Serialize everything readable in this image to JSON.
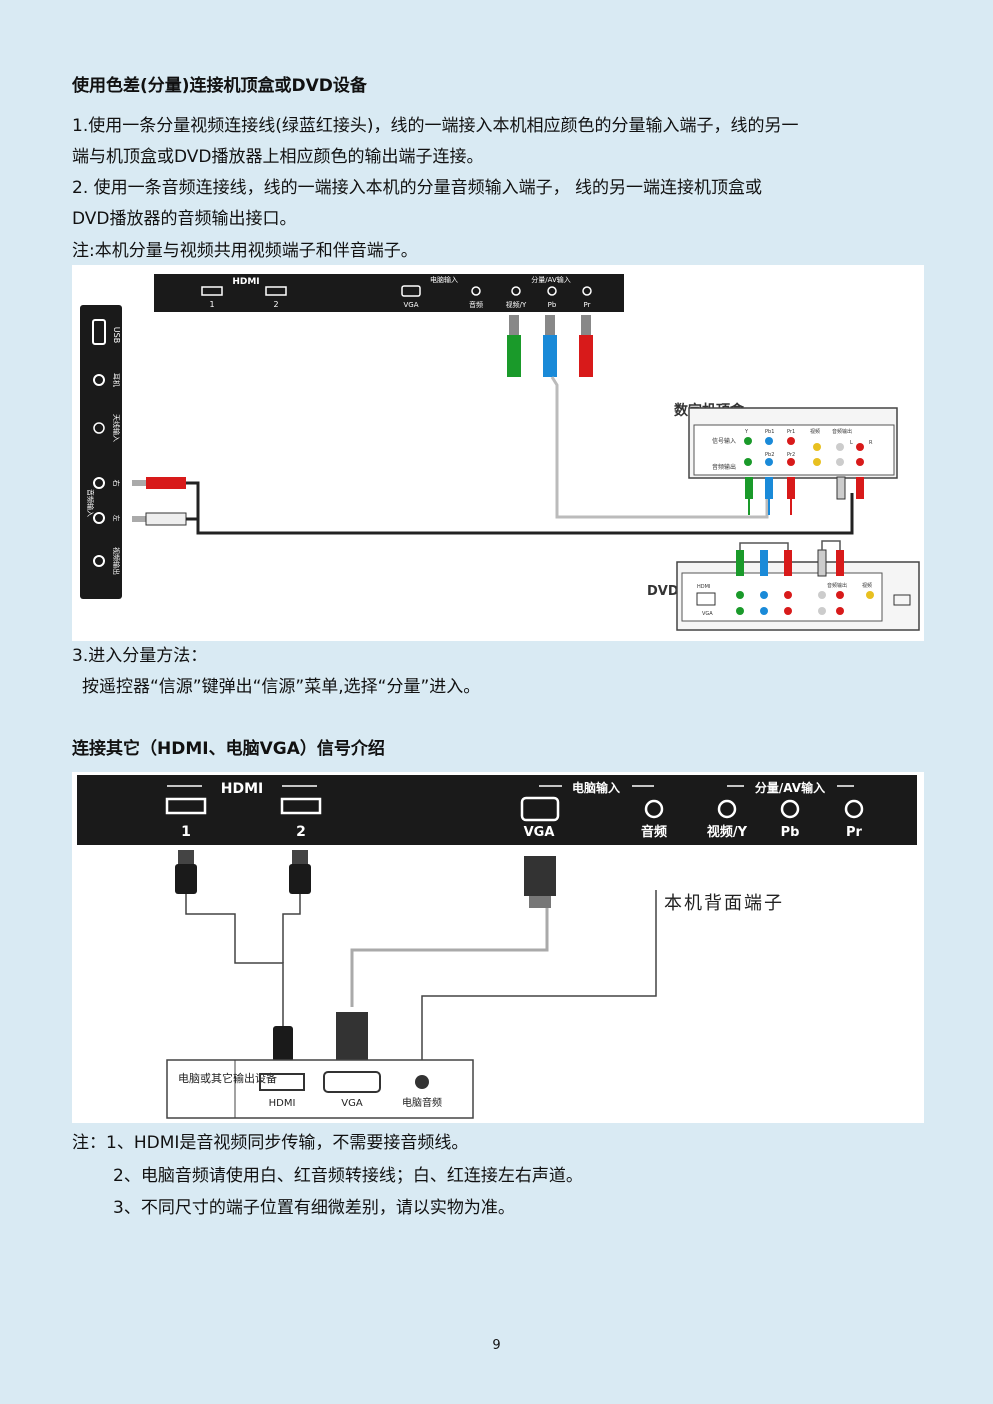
{
  "section1": {
    "heading": "使用色差(分量)连接机顶盒或DVD设备",
    "step1_line1": "1.使用一条分量视频连接线(绿蓝红接头)，线的一端接入本机相应颜色的分量输入端子，线的另一",
    "step1_line2": "端与机顶盒或DVD播放器上相应颜色的输出端子连接。",
    "step2_line1": "2. 使用一条音频连接线，线的一端接入本机的分量音频输入端子，  线的另一端连接机顶盒或",
    "step2_line2": "DVD播放器的音频输出接口。",
    "note": "注:本机分量与视频共用视频端子和伴音端子。"
  },
  "figure1": {
    "hdmi_group": "HDMI",
    "hdmi1": "1",
    "hdmi2": "2",
    "pc_input": "电脑输入",
    "vga": "VGA",
    "audio": "音频",
    "comp_av_input": "分量/AV输入",
    "video_y": "视频/Y",
    "pb": "Pb",
    "pr": "Pr",
    "side_usb": "USB",
    "side_earphone": "耳机",
    "side_antenna": "天线输入",
    "side_audio_in": "音频输入",
    "side_right": "右",
    "side_left": "左",
    "side_video_out": "视频输出",
    "stb_label": "数字机顶盒",
    "stb_signal_in": "信号输入",
    "stb_audio_out": "音频输出",
    "stb_video": "视频",
    "stb_audio_output": "音频输出",
    "stb_y": "Y",
    "stb_pb1": "Pb1",
    "stb_pr1": "Pr1",
    "stb_pb2": "Pb2",
    "stb_pr2": "Pr2",
    "stb_l": "L",
    "stb_r": "R",
    "dvd_label": "DVD播放器",
    "dvd_hdmi": "HDMI",
    "dvd_vga": "VGA",
    "dvd_audio_out": "音频输出",
    "dvd_video": "视频"
  },
  "section3": {
    "step3": "3.进入分量方法：",
    "step3_detail": "按遥控器“信源”键弹出“信源”菜单,选择“分量”进入。"
  },
  "section2": {
    "heading": "连接其它（HDMI、电脑VGA）信号介绍"
  },
  "figure2": {
    "hdmi_group": "HDMI",
    "hdmi1": "1",
    "hdmi2": "2",
    "pc_input": "电脑输入",
    "vga": "VGA",
    "audio": "音频",
    "comp_av_input": "分量/AV输入",
    "video_y": "视频/Y",
    "pb": "Pb",
    "pr": "Pr",
    "rear_terminal": "本机背面端子",
    "device_label": "电脑或其它输出设备",
    "dev_hdmi": "HDMI",
    "dev_vga": "VGA",
    "dev_pc_audio": "电脑音频"
  },
  "notes": {
    "n1": "注：1、HDMI是音视频同步传输，不需要接音频线。",
    "n2": "2、电脑音频请使用白、红音频转接线；白、红连接左右声道。",
    "n3": "3、不同尺寸的端子位置有细微差别，请以实物为准。"
  },
  "page_number": "9"
}
